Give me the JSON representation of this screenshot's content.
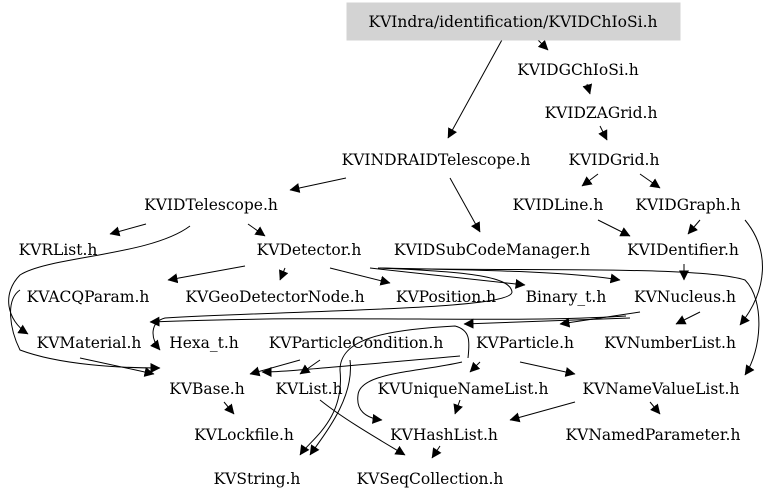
{
  "graph": {
    "root": "KVIndra/identification/KVIDChIoSi.h",
    "nodes": [
      {
        "id": "root",
        "label": "KVIndra/identification/KVIDChIoSi.h"
      },
      {
        "id": "kvidgchiosi",
        "label": "KVIDGChIoSi.h"
      },
      {
        "id": "kvidzagrid",
        "label": "KVIDZAGrid.h"
      },
      {
        "id": "kvindraidtelescope",
        "label": "KVINDRAIDTelescope.h"
      },
      {
        "id": "kvidgrid",
        "label": "KVIDGrid.h"
      },
      {
        "id": "kvidtelescope",
        "label": "KVIDTelescope.h"
      },
      {
        "id": "kvidline",
        "label": "KVIDLine.h"
      },
      {
        "id": "kvidgraph",
        "label": "KVIDGraph.h"
      },
      {
        "id": "kvrlist",
        "label": "KVRList.h"
      },
      {
        "id": "kvdetector",
        "label": "KVDetector.h"
      },
      {
        "id": "kvidsubcodemanager",
        "label": "KVIDSubCodeManager.h"
      },
      {
        "id": "kvidentifier",
        "label": "KVIDentifier.h"
      },
      {
        "id": "kvacqparam",
        "label": "KVACQParam.h"
      },
      {
        "id": "kvgeodetectornode",
        "label": "KVGeoDetectorNode.h"
      },
      {
        "id": "kvposition",
        "label": "KVPosition.h"
      },
      {
        "id": "binary_t",
        "label": "Binary_t.h"
      },
      {
        "id": "kvnucleus",
        "label": "KVNucleus.h"
      },
      {
        "id": "kvmaterial",
        "label": "KVMaterial.h"
      },
      {
        "id": "hexa_t",
        "label": "Hexa_t.h"
      },
      {
        "id": "kvparticlecondition",
        "label": "KVParticleCondition.h"
      },
      {
        "id": "kvparticle",
        "label": "KVParticle.h"
      },
      {
        "id": "kvnumberlist",
        "label": "KVNumberList.h"
      },
      {
        "id": "kvbase",
        "label": "KVBase.h"
      },
      {
        "id": "kvlist",
        "label": "KVList.h"
      },
      {
        "id": "kvuniquenamelist",
        "label": "KVUniqueNameList.h"
      },
      {
        "id": "kvnamevaluelist",
        "label": "KVNameValueList.h"
      },
      {
        "id": "kvlockfile",
        "label": "KVLockfile.h"
      },
      {
        "id": "kvhashlist",
        "label": "KVHashList.h"
      },
      {
        "id": "kvnamedparameter",
        "label": "KVNamedParameter.h"
      },
      {
        "id": "kvstring",
        "label": "KVString.h"
      },
      {
        "id": "kvseqcollection",
        "label": "KVSeqCollection.h"
      }
    ]
  }
}
